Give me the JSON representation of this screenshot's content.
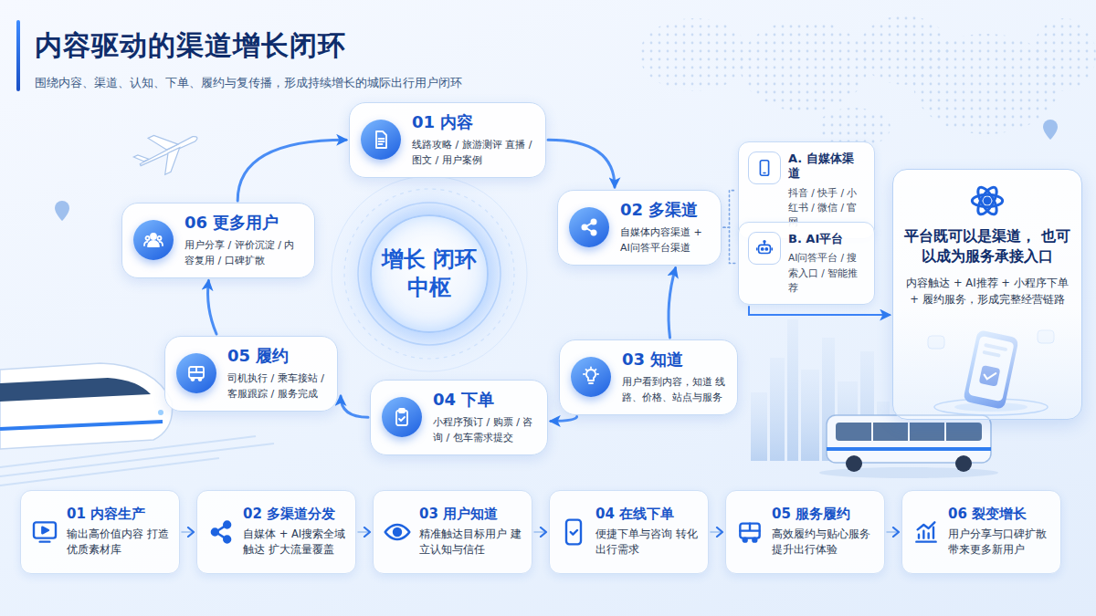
{
  "diagram": {
    "title": "内容驱动的渠道增长闭环",
    "caption": "围绕内容、渠道、认知、下单、履约与复传播，形成持续增长的城际出行用户闭环",
    "nodes": [
      {
        "text": [
          "增长 闭环中枢"
        ]
      },
      {
        "text": [
          "01 内容",
          "线路攻略 / 旅游测评 直播 / 图文 / 用户案例"
        ]
      },
      {
        "text": [
          "02 多渠道",
          "自媒体内容渠道 + AI问答平台渠道"
        ]
      },
      {
        "text": [
          "03 知道",
          "用户看到内容，知道 线路、价格、站点与服务"
        ]
      },
      {
        "text": [
          "04 下单",
          "小程序预订 / 购票 / 咨询 / 包车需求提交"
        ]
      },
      {
        "text": [
          "05 履约",
          "司机执行 / 乘车接站 / 客服跟踪 / 服务完成"
        ]
      },
      {
        "text": [
          "06 更多用户",
          "用户分享 / 评价沉淀 / 内容复用 / 口碑扩散"
        ]
      },
      {
        "text": [
          "A. 自媒体渠道",
          "抖音 / 快手 / 小红书 / 微信 / 官网"
        ]
      },
      {
        "text": [
          "B. AI平台",
          "AI问答平台 / 搜索入口 / 智能推荐"
        ]
      },
      {
        "text": [
          "平台既可以是渠道， 也可以成为服务承接入口",
          "内容触达 + AI推荐 + 小程序下单 + 履约服务，形成完整经营链路"
        ]
      },
      {
        "text": [
          "01 内容生产",
          "输出高价值内容 打造优质素材库"
        ]
      },
      {
        "text": [
          "02 多渠道分发",
          "自媒体 + AI搜索全域触达 扩大流量覆盖"
        ]
      },
      {
        "text": [
          "03 用户知道",
          "精准触达目标用户 建立认知与信任"
        ]
      },
      {
        "text": [
          "04 在线下单",
          "便捷下单与咨询 转化出行需求"
        ]
      },
      {
        "text": [
          "05 服务履约",
          "高效履约与贴心服务 提升出行体验"
        ]
      },
      {
        "text": [
          "06 裂变增长",
          "用户分享与口碑扩散 带来更多新用户"
        ]
      }
    ],
    "edges": [
      {
        "from": 1,
        "to": 2,
        "arrow": "to"
      },
      {
        "from": 3,
        "to": 2,
        "arrow": "to"
      },
      {
        "from": 3,
        "to": 4,
        "arrow": "to"
      },
      {
        "from": 4,
        "to": 5,
        "arrow": "to"
      },
      {
        "from": 5,
        "to": 6,
        "arrow": "to"
      },
      {
        "from": 6,
        "to": 1,
        "arrow": "to"
      },
      {
        "from": 2,
        "to": 7,
        "arrow": "none"
      },
      {
        "from": 2,
        "to": 8,
        "arrow": "none"
      },
      {
        "from": 8,
        "to": 9,
        "arrow": "to"
      },
      {
        "from": 10,
        "to": 11,
        "arrow": "to"
      },
      {
        "from": 11,
        "to": 12,
        "arrow": "to"
      },
      {
        "from": 12,
        "to": 13,
        "arrow": "to"
      },
      {
        "from": 13,
        "to": 14,
        "arrow": "to"
      },
      {
        "from": 14,
        "to": 15,
        "arrow": "to"
      }
    ]
  }
}
